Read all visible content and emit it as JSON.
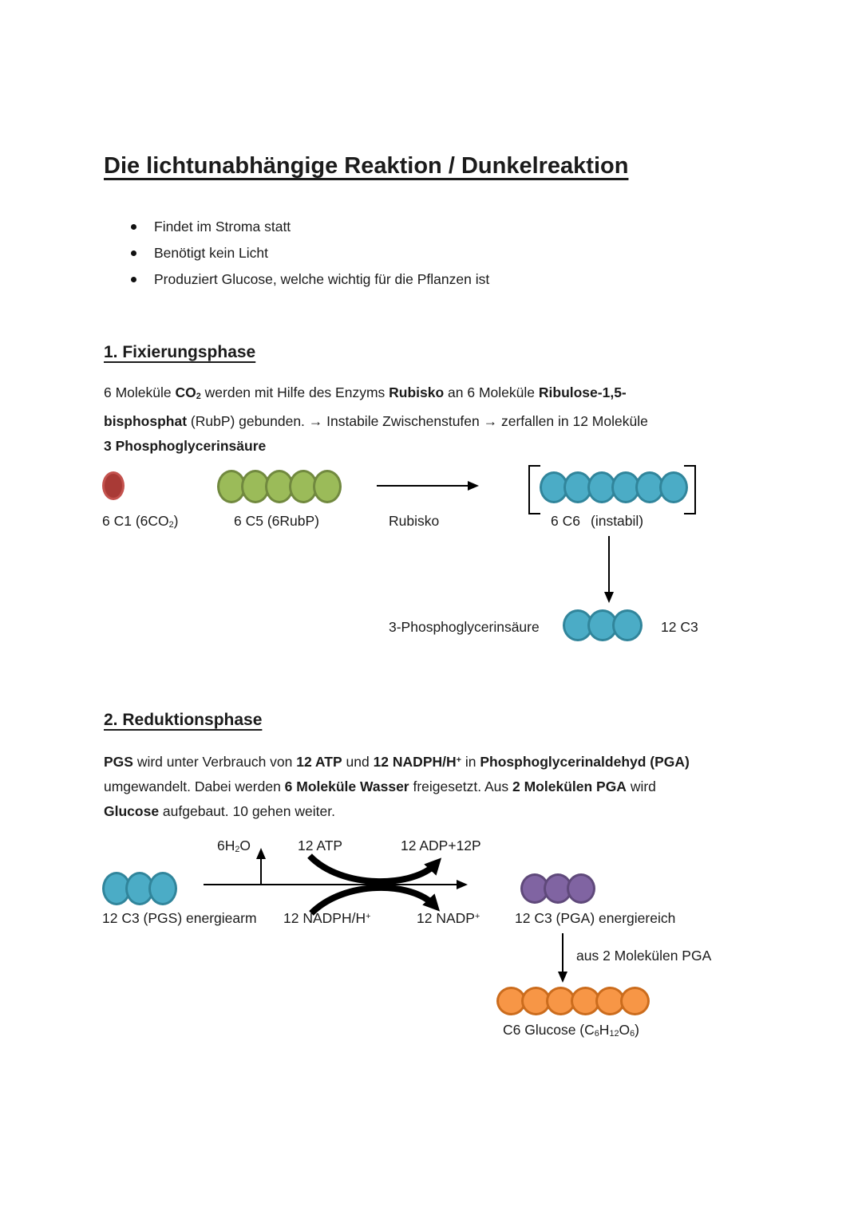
{
  "title": "Die lichtunabhängige Reaktion / Dunkelreaktion",
  "bullets": [
    "Findet im Stroma statt",
    "Benötigt kein Licht",
    "Produziert Glucose, welche wichtig für die Pflanzen ist"
  ],
  "colors": {
    "red_fill": "#A93A36",
    "red_stroke": "#C4524E",
    "green_fill": "#9BBB59",
    "green_stroke": "#71893F",
    "blue_fill": "#4BACC6",
    "blue_stroke": "#31859B",
    "purple_fill": "#8064A2",
    "purple_stroke": "#5F497A",
    "orange_fill": "#F79646",
    "orange_stroke": "#CB6C1D",
    "arrow": "#000000"
  },
  "section1": {
    "heading": "1. Fixierungsphase",
    "paragraph": [
      {
        "t": "6 Moleküle "
      },
      {
        "t": "CO",
        "b": 1
      },
      {
        "t": "2",
        "b": 1,
        "sub": 1
      },
      {
        "t": " werden mit Hilfe des Enzyms "
      },
      {
        "t": "Rubisko",
        "b": 1
      },
      {
        "t": " an 6 Moleküle "
      },
      {
        "t": "Ribulose-1,5-",
        "b": 1
      },
      {
        "br": 1
      },
      {
        "t": "bisphosphat",
        "b": 1
      },
      {
        "t": " (RubP) gebunden. → Instabile Zwischenstufen → zerfallen in 12 Moleküle"
      },
      {
        "br": 1
      },
      {
        "t": "3 Phosphoglycerinsäure",
        "b": 1
      }
    ],
    "diagram": {
      "co2_label": [
        {
          "t": "6 C1 (6CO"
        },
        {
          "t": "2",
          "sub": 1
        },
        {
          "t": ")"
        }
      ],
      "rubp_label": "6 C5 (6RubP)",
      "arrow_label": "Rubisko",
      "c6_label": "6 C6",
      "c6_note": "(instabil)",
      "pgs_label": "3-Phosphoglycerinsäure",
      "pgs_count_label": "12 C3",
      "co2_circles": {
        "count": 1,
        "w": 28,
        "h": 36,
        "step": 0,
        "fill": "#A93A36",
        "stroke": "#C4524E"
      },
      "rubp_circles": {
        "count": 5,
        "w": 36,
        "h": 42,
        "step": 30,
        "fill": "#9BBB59",
        "stroke": "#71893F"
      },
      "c6_circles": {
        "count": 6,
        "w": 36,
        "h": 40,
        "step": 30,
        "fill": "#4BACC6",
        "stroke": "#31859B"
      },
      "pgs_circles": {
        "count": 3,
        "w": 38,
        "h": 40,
        "step": 31,
        "fill": "#4BACC6",
        "stroke": "#31859B"
      }
    }
  },
  "section2": {
    "heading": "2. Reduktionsphase",
    "paragraph": [
      {
        "t": "PGS",
        "b": 1
      },
      {
        "t": " wird unter Verbrauch von "
      },
      {
        "t": "12 ATP",
        "b": 1
      },
      {
        "t": " und "
      },
      {
        "t": "12 NADPH/H",
        "b": 1
      },
      {
        "t": "+",
        "b": 1,
        "sup": 1
      },
      {
        "t": " in "
      },
      {
        "t": "Phosphoglycerinaldehyd (PGA)",
        "b": 1
      },
      {
        "br": 1
      },
      {
        "t": "umgewandelt. Dabei werden "
      },
      {
        "t": "6 Moleküle Wasser",
        "b": 1
      },
      {
        "t": " freigesetzt. Aus "
      },
      {
        "t": "2 Molekülen PGA",
        "b": 1
      },
      {
        "t": " wird"
      },
      {
        "br": 1
      },
      {
        "t": "Glucose",
        "b": 1
      },
      {
        "t": " aufgebaut. 10 gehen weiter."
      }
    ],
    "diagram": {
      "h2o_label": [
        {
          "t": "6H"
        },
        {
          "t": "2",
          "sub": 1
        },
        {
          "t": "O"
        }
      ],
      "atp_label": "12 ATP",
      "adp_label": "12 ADP+12P",
      "nadph_label": [
        {
          "t": "12 NADPH/H"
        },
        {
          "t": "+",
          "sup": 1
        }
      ],
      "nadp_label": [
        {
          "t": "12 NADP"
        },
        {
          "t": "+",
          "sup": 1
        }
      ],
      "pgs_label": "12 C3 (PGS) energiearm",
      "pga_label": "12 C3 (PGA) energiereich",
      "pga_note": "aus 2 Molekülen PGA",
      "glucose_label": [
        {
          "t": "C6 Glucose (C"
        },
        {
          "t": "6",
          "sub": 1
        },
        {
          "t": "H"
        },
        {
          "t": "12",
          "sub": 1
        },
        {
          "t": "O"
        },
        {
          "t": "6",
          "sub": 1
        },
        {
          "t": ")"
        }
      ],
      "pgs_circles": {
        "count": 3,
        "w": 36,
        "h": 42,
        "step": 29,
        "fill": "#4BACC6",
        "stroke": "#31859B"
      },
      "pga_circles": {
        "count": 3,
        "w": 36,
        "h": 38,
        "step": 29,
        "fill": "#8064A2",
        "stroke": "#5F497A"
      },
      "glucose_circles": {
        "count": 6,
        "w": 37,
        "h": 36,
        "step": 31,
        "fill": "#F79646",
        "stroke": "#CB6C1D"
      }
    }
  }
}
